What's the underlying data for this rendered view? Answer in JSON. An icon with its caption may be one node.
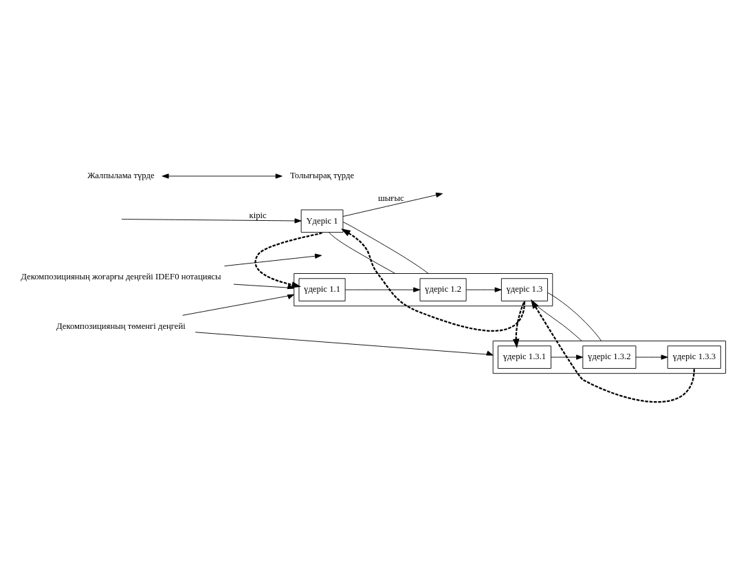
{
  "diagram": {
    "nodes": [
      {
        "text": [
          "Үдеріс 1"
        ]
      },
      {
        "text": [],
        "shape": "box"
      },
      {
        "text": [
          "үдеріс 1.1"
        ],
        "in": 1
      },
      {
        "text": [
          "үдеріс 1.2"
        ],
        "in": 1
      },
      {
        "text": [
          "үдеріс 1.3"
        ],
        "in": 1
      },
      {
        "text": [],
        "shape": "box"
      },
      {
        "text": [
          "үдеріс 1.3.1"
        ],
        "in": 5
      },
      {
        "text": [
          "үдеріс 1.3.2"
        ],
        "in": 5
      },
      {
        "text": [
          "үдеріс 1.3.3"
        ],
        "in": 5
      },
      {
        "text": [
          "Декомпозицияның жоғарғы деңгейі IDEF0 нотациясы"
        ]
      },
      {
        "text": [
          "Декомпозицияның төменгі деңгейі"
        ]
      },
      {
        "text": [
          "Жалпылама түрде"
        ]
      },
      {
        "text": [
          "Толығырақ түрде"
        ]
      }
    ],
    "edges": [
      {
        "from": null,
        "to": 0,
        "arrow": "to",
        "label": "кіріс"
      },
      {
        "from": 0,
        "to": null,
        "arrow": "to",
        "label": "шығыс"
      },
      {
        "from": 0,
        "to": 1,
        "arrow": "none"
      },
      {
        "from": 0,
        "to": 1,
        "arrow": "none"
      },
      {
        "from": 2,
        "to": 3,
        "arrow": "to"
      },
      {
        "from": 3,
        "to": 4,
        "arrow": "to"
      },
      {
        "from": 4,
        "to": 5,
        "arrow": "none"
      },
      {
        "from": 4,
        "to": 5,
        "arrow": "none"
      },
      {
        "from": 6,
        "to": 7,
        "arrow": "to"
      },
      {
        "from": 7,
        "to": 8,
        "arrow": "to"
      },
      {
        "from": 0,
        "to": 2,
        "arrow": "to",
        "style": "dashed"
      },
      {
        "from": 4,
        "to": 0,
        "arrow": "to",
        "style": "dashed"
      },
      {
        "from": 4,
        "to": 6,
        "arrow": "to",
        "style": "dashed"
      },
      {
        "from": 8,
        "to": 4,
        "arrow": "to",
        "style": "dashed"
      },
      {
        "from": 9,
        "to": null,
        "arrow": "to"
      },
      {
        "from": 9,
        "to": 1,
        "arrow": "to"
      },
      {
        "from": 10,
        "to": 1,
        "arrow": "to"
      },
      {
        "from": 10,
        "to": 5,
        "arrow": "to"
      },
      {
        "from": 11,
        "to": 12,
        "arrow": "both"
      }
    ]
  }
}
